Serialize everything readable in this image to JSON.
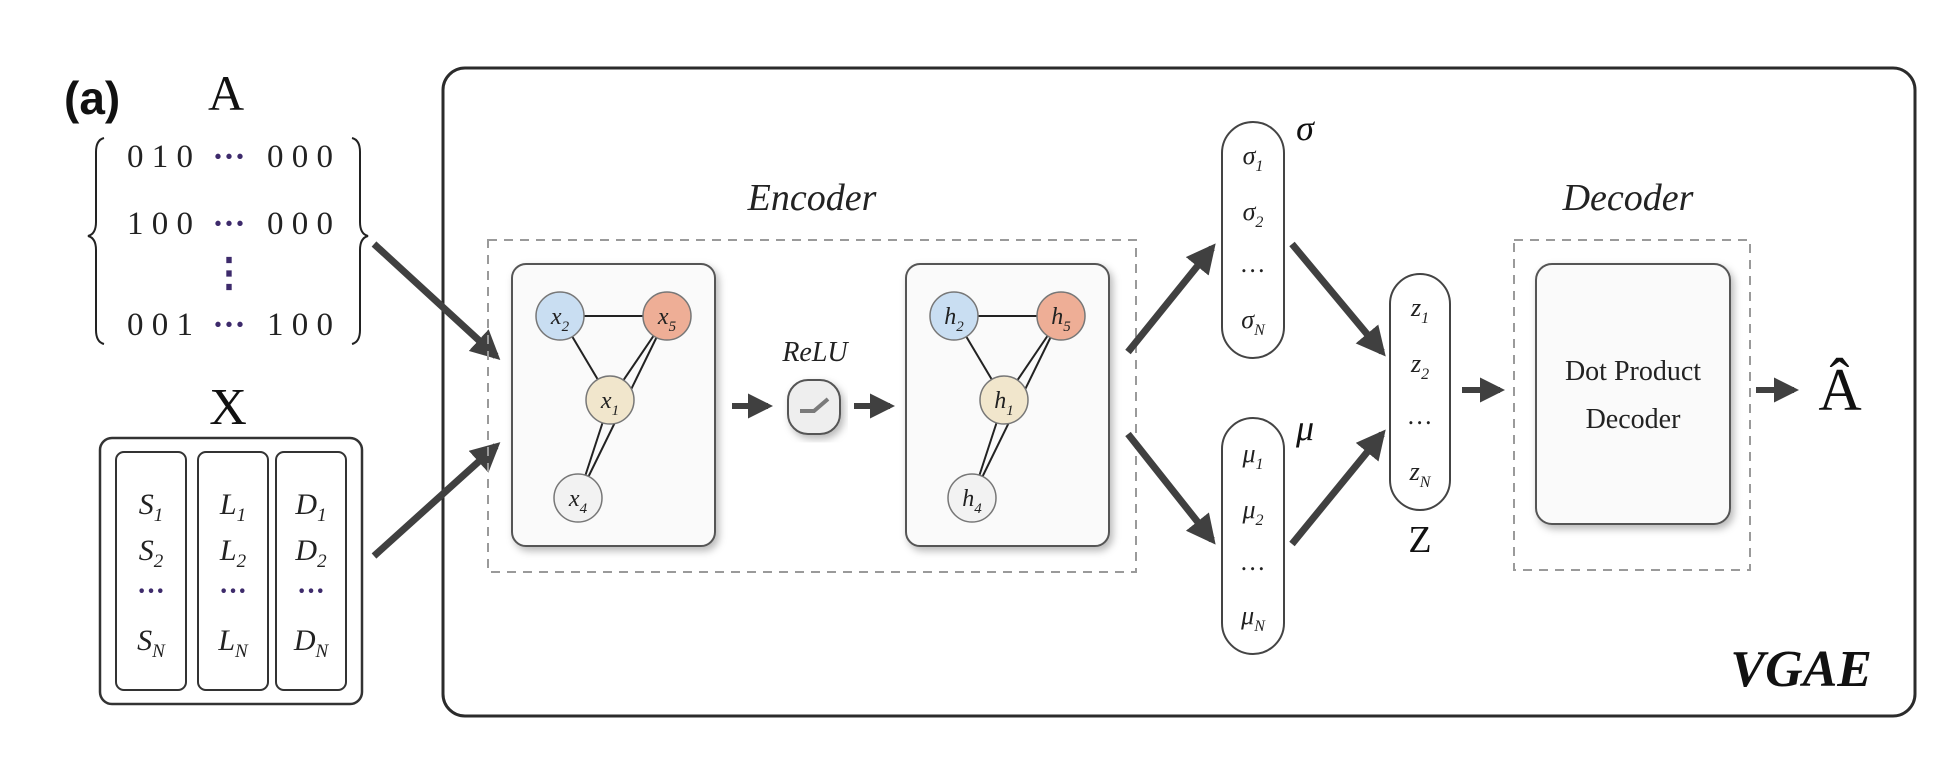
{
  "panel_label": "(a)",
  "adjacency": {
    "label": "A",
    "rows": [
      "0 1 0",
      "1 0 0",
      "0 0 1"
    ],
    "rows_right": [
      "0 0 0",
      "0 0 0",
      "1 0 0"
    ],
    "hdots": "···",
    "vdots": "⋮"
  },
  "features": {
    "label": "X",
    "columns": [
      {
        "first": "S",
        "first_sub": "1",
        "second": "S",
        "second_sub": "2",
        "dots": "···",
        "last": "S",
        "last_sub": "N"
      },
      {
        "first": "L",
        "first_sub": "1",
        "second": "L",
        "second_sub": "2",
        "dots": "···",
        "last": "L",
        "last_sub": "N"
      },
      {
        "first": "D",
        "first_sub": "1",
        "second": "D",
        "second_sub": "2",
        "dots": "···",
        "last": "D",
        "last_sub": "N"
      }
    ]
  },
  "vgae_label": "VGAE",
  "encoder": {
    "title": "Encoder",
    "activation": "ReLU",
    "input_graph": {
      "nodes": [
        {
          "letter": "x",
          "sub": "2",
          "color": "#c9def2"
        },
        {
          "letter": "x",
          "sub": "5",
          "color": "#eeae96"
        },
        {
          "letter": "x",
          "sub": "1",
          "color": "#f1e6cc"
        },
        {
          "letter": "x",
          "sub": "4",
          "color": "#f2f2f2"
        }
      ]
    },
    "hidden_graph": {
      "nodes": [
        {
          "letter": "h",
          "sub": "2",
          "color": "#c9def2"
        },
        {
          "letter": "h",
          "sub": "5",
          "color": "#eeae96"
        },
        {
          "letter": "h",
          "sub": "1",
          "color": "#f1e6cc"
        },
        {
          "letter": "h",
          "sub": "4",
          "color": "#f2f2f2"
        }
      ]
    }
  },
  "sigma": {
    "label": "σ",
    "entries": [
      {
        "letter": "σ",
        "sub": "1"
      },
      {
        "letter": "σ",
        "sub": "2"
      },
      {
        "letter": "…",
        "sub": ""
      },
      {
        "letter": "σ",
        "sub": "N"
      }
    ]
  },
  "mu": {
    "label": "μ",
    "entries": [
      {
        "letter": "μ",
        "sub": "1"
      },
      {
        "letter": "μ",
        "sub": "2"
      },
      {
        "letter": "…",
        "sub": ""
      },
      {
        "letter": "μ",
        "sub": "N"
      }
    ]
  },
  "z": {
    "label": "Z",
    "entries": [
      {
        "letter": "z",
        "sub": "1"
      },
      {
        "letter": "z",
        "sub": "2"
      },
      {
        "letter": "…",
        "sub": ""
      },
      {
        "letter": "z",
        "sub": "N"
      }
    ]
  },
  "decoder": {
    "title": "Decoder",
    "box_line1": "Dot Product",
    "box_line2": "Decoder"
  },
  "output": "Â",
  "colors": {
    "stroke": "#333333",
    "arrow": "#404040",
    "dashed": "#9a9a9a",
    "dots": "#3d2a6b"
  }
}
